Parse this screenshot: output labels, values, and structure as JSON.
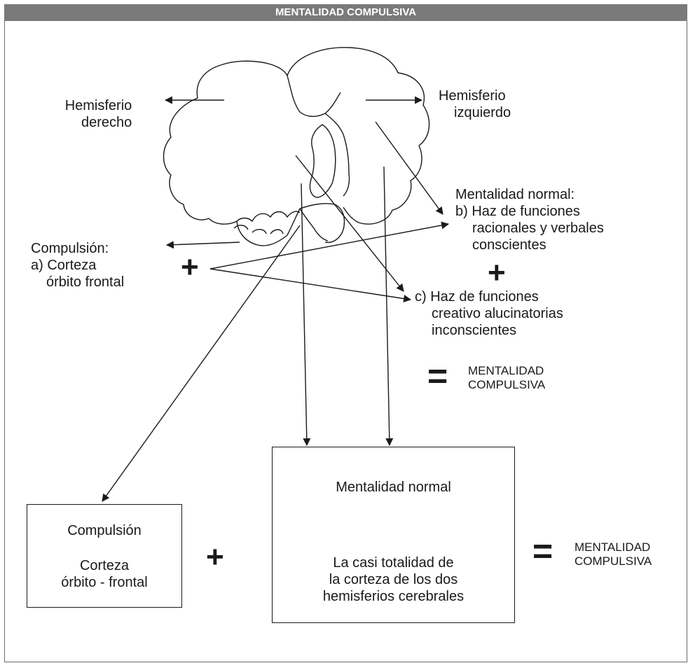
{
  "title": "MENTALIDAD COMPULSIVA",
  "labels": {
    "hem_der": [
      "Hemisferio",
      "derecho"
    ],
    "hem_izq": [
      "Hemisferio",
      "izquierdo"
    ],
    "compulsion": [
      "Compulsión:",
      "a) Corteza",
      "órbito frontal"
    ],
    "normal": [
      "Mentalidad normal:",
      "b) Haz de funciones",
      "racionales y verbales",
      "conscientes"
    ],
    "creativo": [
      "c) Haz de funciones",
      "creativo alucinatorias",
      "inconscientes"
    ],
    "result_top": [
      "MENTALIDAD",
      "COMPULSIVA"
    ],
    "result_bottom": [
      "MENTALIDAD",
      "COMPULSIVA"
    ]
  },
  "symbols": {
    "plus": "+",
    "equals": "="
  },
  "boxes": {
    "compulsion": {
      "title": "Compulsión",
      "body": [
        "Corteza",
        "órbito - frontal"
      ]
    },
    "normal": {
      "title": "Mentalidad normal",
      "body": [
        "La casi totalidad de",
        "la corteza de los dos",
        "hemisferios cerebrales"
      ]
    }
  }
}
